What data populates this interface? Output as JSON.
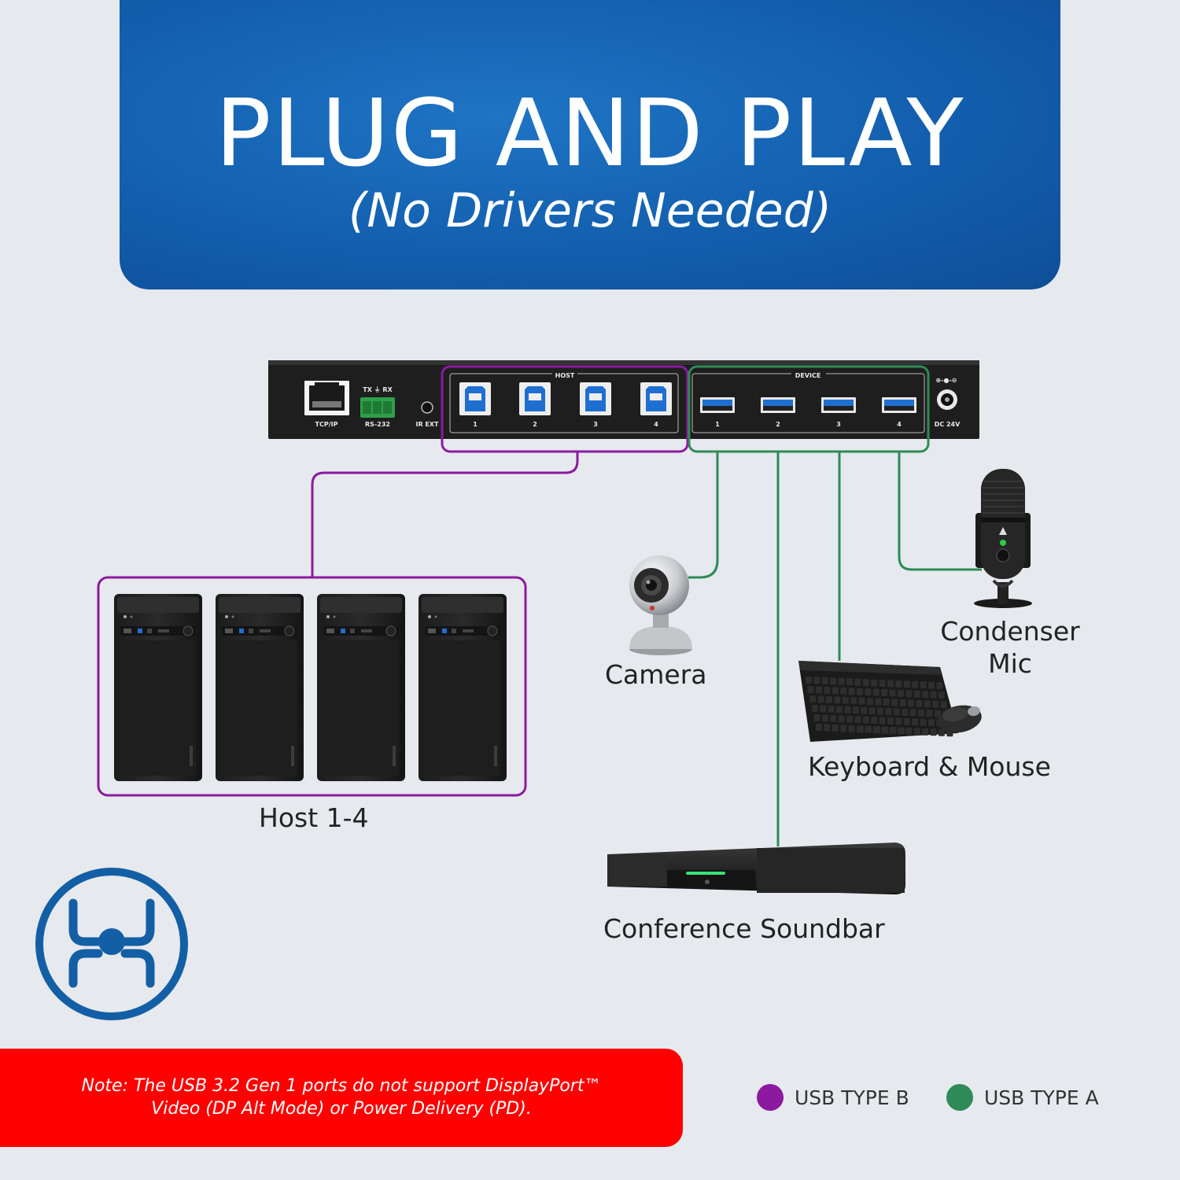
{
  "header": {
    "title": "PLUG AND PLAY",
    "subtitle": "(No Drivers Needed)"
  },
  "device": {
    "tcpip_label": "TCP/IP",
    "rs232_top_label": "TX ⏚ RX",
    "rs232_label": "RS-232",
    "irext_label": "IR EXT",
    "host_group_label": "HOST",
    "device_group_label": "DEVICE",
    "power_label": "DC 24V",
    "power_symbol": "⊕-●-⊖",
    "host_ports": [
      "1",
      "2",
      "3",
      "4"
    ],
    "device_ports": [
      "1",
      "2",
      "3",
      "4"
    ]
  },
  "peripherals": {
    "hosts_label": "Host 1-4",
    "camera_label": "Camera",
    "mic_label_line1": "Condenser",
    "mic_label_line2": "Mic",
    "keyboard_label": "Keyboard & Mouse",
    "soundbar_label": "Conference Soundbar"
  },
  "note": {
    "line1": "Note: The USB 3.2 Gen 1 ports do not support DisplayPort™",
    "line2": "Video (DP Alt Mode) or Power Delivery (PD)."
  },
  "legend": {
    "usb_b_label": "USB TYPE B",
    "usb_a_label": "USB TYPE A"
  },
  "colors": {
    "usb_b": "#8b1aa0",
    "usb_a": "#2e8b57",
    "logo": "#135fa5",
    "note_bg": "#ff0000",
    "header_bg": "#135fae"
  },
  "icons": [
    "logo-mark-icon",
    "ethernet-port-icon",
    "usb-b-port-icon",
    "usb-a-port-icon",
    "dc-power-jack-icon"
  ]
}
